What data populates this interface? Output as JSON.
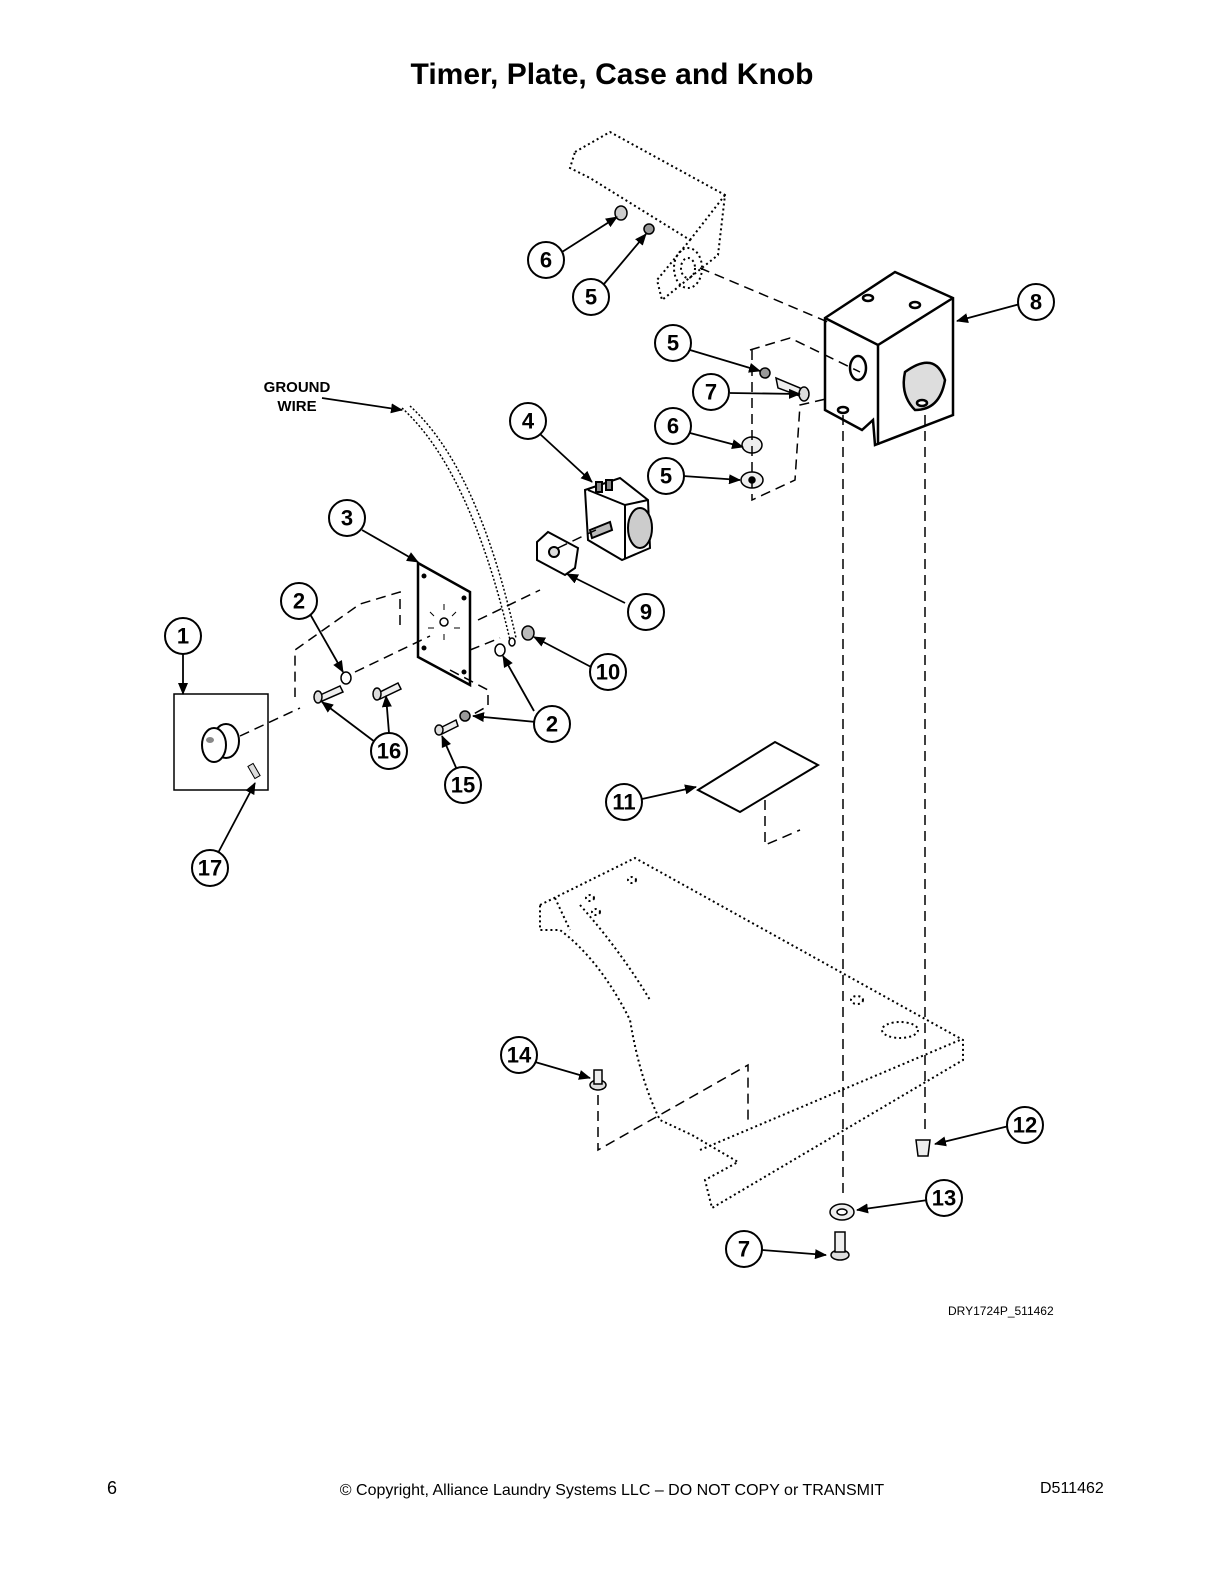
{
  "page": {
    "title": "Timer, Plate, Case and Knob",
    "drawing_id": "DRY1724P_511462",
    "page_number": "6",
    "copyright": "© Copyright, Alliance Laundry Systems LLC – DO NOT COPY or TRANSMIT",
    "doc_number": "D511462"
  },
  "labels": {
    "ground_wire_line1": "GROUND",
    "ground_wire_line2": "WIRE"
  },
  "callouts": [
    {
      "id": "c-6a",
      "num": "6"
    },
    {
      "id": "c-5a",
      "num": "5"
    },
    {
      "id": "c-8",
      "num": "8"
    },
    {
      "id": "c-5b",
      "num": "5"
    },
    {
      "id": "c-7a",
      "num": "7"
    },
    {
      "id": "c-4",
      "num": "4"
    },
    {
      "id": "c-6b",
      "num": "6"
    },
    {
      "id": "c-5c",
      "num": "5"
    },
    {
      "id": "c-3",
      "num": "3"
    },
    {
      "id": "c-2a",
      "num": "2"
    },
    {
      "id": "c-9",
      "num": "9"
    },
    {
      "id": "c-1",
      "num": "1"
    },
    {
      "id": "c-10",
      "num": "10"
    },
    {
      "id": "c-2b",
      "num": "2"
    },
    {
      "id": "c-16",
      "num": "16"
    },
    {
      "id": "c-15",
      "num": "15"
    },
    {
      "id": "c-11",
      "num": "11"
    },
    {
      "id": "c-17",
      "num": "17"
    },
    {
      "id": "c-14",
      "num": "14"
    },
    {
      "id": "c-12",
      "num": "12"
    },
    {
      "id": "c-13",
      "num": "13"
    },
    {
      "id": "c-7b",
      "num": "7"
    }
  ]
}
